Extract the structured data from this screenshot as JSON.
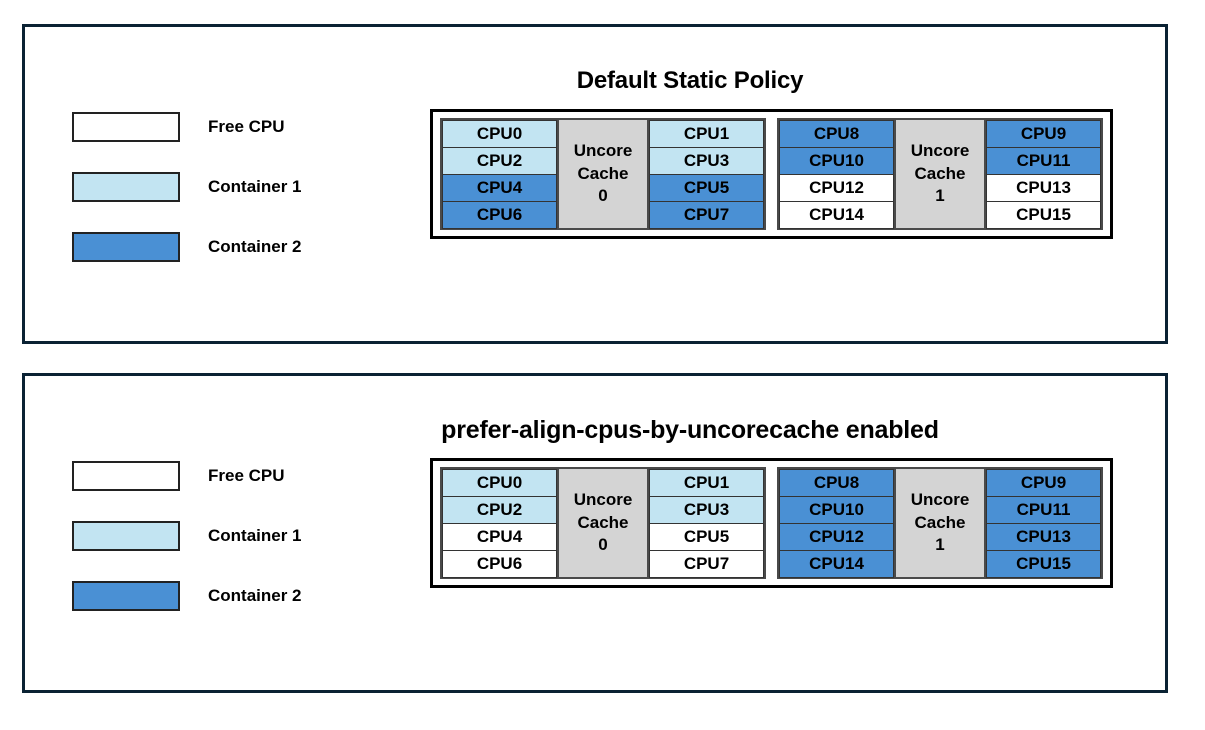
{
  "colors": {
    "free_cpu": "#FFFFFF",
    "container_1": "#C2E4F2",
    "container_2": "#4A90D4",
    "uncore_cache": "#D4D4D4",
    "panel_border": "#0A2233",
    "diagram_border": "#000000"
  },
  "legend": {
    "items": [
      {
        "label": "Free CPU",
        "fill": "#FFFFFF",
        "key": "free"
      },
      {
        "label": "Container 1",
        "fill": "#C2E4F2",
        "key": "c1"
      },
      {
        "label": "Container 2",
        "fill": "#4A90D4",
        "key": "c2"
      }
    ]
  },
  "panels": [
    {
      "id": "default-static-policy",
      "title": "Default Static Policy",
      "sockets": [
        {
          "cache_label_line1": "Uncore",
          "cache_label_line2": "Cache",
          "cache_index": "0",
          "left_column": [
            {
              "label": "CPU0",
              "fill": "#C2E4F2",
              "owner": "Container 1"
            },
            {
              "label": "CPU2",
              "fill": "#C2E4F2",
              "owner": "Container 1"
            },
            {
              "label": "CPU4",
              "fill": "#4A90D4",
              "owner": "Container 2"
            },
            {
              "label": "CPU6",
              "fill": "#4A90D4",
              "owner": "Container 2"
            }
          ],
          "right_column": [
            {
              "label": "CPU1",
              "fill": "#C2E4F2",
              "owner": "Container 1"
            },
            {
              "label": "CPU3",
              "fill": "#C2E4F2",
              "owner": "Container 1"
            },
            {
              "label": "CPU5",
              "fill": "#4A90D4",
              "owner": "Container 2"
            },
            {
              "label": "CPU7",
              "fill": "#4A90D4",
              "owner": "Container 2"
            }
          ]
        },
        {
          "cache_label_line1": "Uncore",
          "cache_label_line2": "Cache",
          "cache_index": "1",
          "left_column": [
            {
              "label": "CPU8",
              "fill": "#4A90D4",
              "owner": "Container 2"
            },
            {
              "label": "CPU10",
              "fill": "#4A90D4",
              "owner": "Container 2"
            },
            {
              "label": "CPU12",
              "fill": "#FFFFFF",
              "owner": "Free CPU"
            },
            {
              "label": "CPU14",
              "fill": "#FFFFFF",
              "owner": "Free CPU"
            }
          ],
          "right_column": [
            {
              "label": "CPU9",
              "fill": "#4A90D4",
              "owner": "Container 2"
            },
            {
              "label": "CPU11",
              "fill": "#4A90D4",
              "owner": "Container 2"
            },
            {
              "label": "CPU13",
              "fill": "#FFFFFF",
              "owner": "Free CPU"
            },
            {
              "label": "CPU15",
              "fill": "#FFFFFF",
              "owner": "Free CPU"
            }
          ]
        }
      ]
    },
    {
      "id": "prefer-align-cpus-by-uncorecache-enabled",
      "title": "prefer-align-cpus-by-uncorecache enabled",
      "sockets": [
        {
          "cache_label_line1": "Uncore",
          "cache_label_line2": "Cache",
          "cache_index": "0",
          "left_column": [
            {
              "label": "CPU0",
              "fill": "#C2E4F2",
              "owner": "Container 1"
            },
            {
              "label": "CPU2",
              "fill": "#C2E4F2",
              "owner": "Container 1"
            },
            {
              "label": "CPU4",
              "fill": "#FFFFFF",
              "owner": "Free CPU"
            },
            {
              "label": "CPU6",
              "fill": "#FFFFFF",
              "owner": "Free CPU"
            }
          ],
          "right_column": [
            {
              "label": "CPU1",
              "fill": "#C2E4F2",
              "owner": "Container 1"
            },
            {
              "label": "CPU3",
              "fill": "#C2E4F2",
              "owner": "Container 1"
            },
            {
              "label": "CPU5",
              "fill": "#FFFFFF",
              "owner": "Free CPU"
            },
            {
              "label": "CPU7",
              "fill": "#FFFFFF",
              "owner": "Free CPU"
            }
          ]
        },
        {
          "cache_label_line1": "Uncore",
          "cache_label_line2": "Cache",
          "cache_index": "1",
          "left_column": [
            {
              "label": "CPU8",
              "fill": "#4A90D4",
              "owner": "Container 2"
            },
            {
              "label": "CPU10",
              "fill": "#4A90D4",
              "owner": "Container 2"
            },
            {
              "label": "CPU12",
              "fill": "#4A90D4",
              "owner": "Container 2"
            },
            {
              "label": "CPU14",
              "fill": "#4A90D4",
              "owner": "Container 2"
            }
          ],
          "right_column": [
            {
              "label": "CPU9",
              "fill": "#4A90D4",
              "owner": "Container 2"
            },
            {
              "label": "CPU11",
              "fill": "#4A90D4",
              "owner": "Container 2"
            },
            {
              "label": "CPU13",
              "fill": "#4A90D4",
              "owner": "Container 2"
            },
            {
              "label": "CPU15",
              "fill": "#4A90D4",
              "owner": "Container 2"
            }
          ]
        }
      ]
    }
  ]
}
